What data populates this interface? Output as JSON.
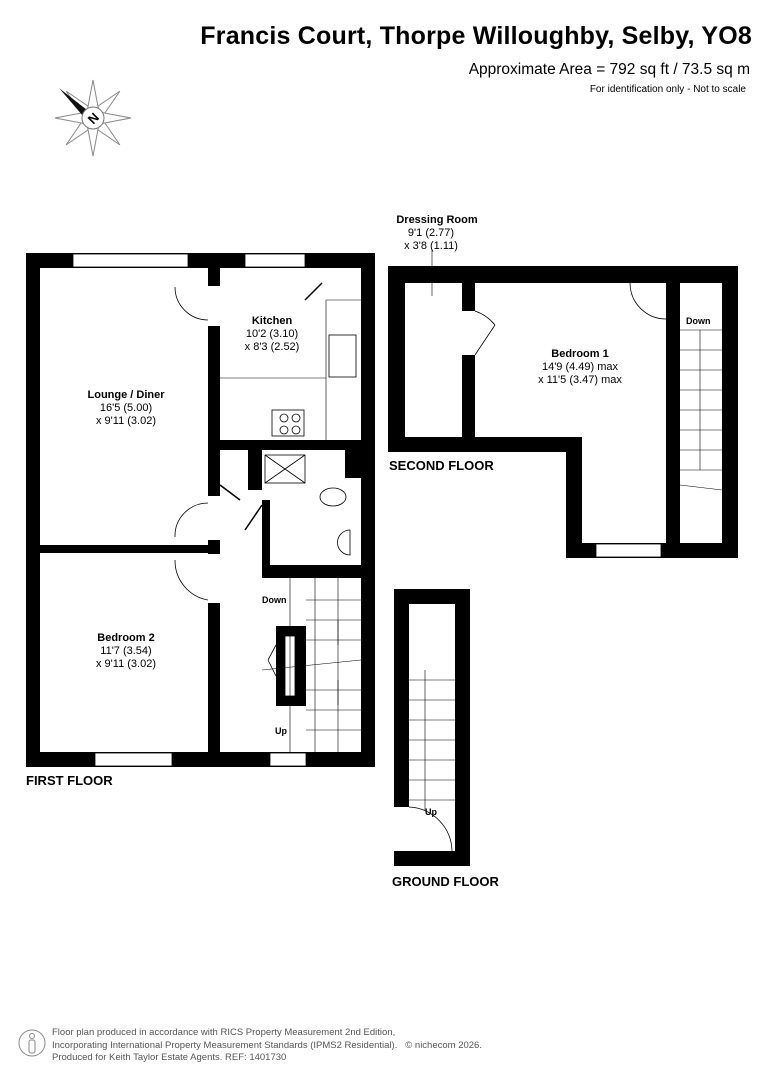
{
  "header": {
    "title": "Francis Court, Thorpe Willoughby, Selby, YO8",
    "area": "Approximate Area = 792 sq ft / 73.5 sq m",
    "note": "For identification only - Not to scale"
  },
  "compass": {
    "icon": "compass-north-icon",
    "letter": "N"
  },
  "floors": {
    "first": {
      "label": "FIRST FLOOR",
      "rooms": [
        {
          "name": "Lounge / Diner",
          "dim1": "16'5 (5.00)",
          "dim2": "x 9'11 (3.02)"
        },
        {
          "name": "Kitchen",
          "dim1": "10'2 (3.10)",
          "dim2": "x 8'3 (2.52)"
        },
        {
          "name": "Bedroom 2",
          "dim1": "11'7 (3.54)",
          "dim2": "x 9'11 (3.02)"
        }
      ],
      "stairs_down": "Down",
      "stairs_up": "Up"
    },
    "second": {
      "label": "SECOND FLOOR",
      "rooms": [
        {
          "name": "Bedroom 1",
          "dim1": "14'9 (4.49) max",
          "dim2": "x 11'5 (3.47) max"
        },
        {
          "name": "Dressing Room",
          "dim1": "9'1 (2.77)",
          "dim2": "x 3'8 (1.11)"
        }
      ],
      "stairs_down": "Down"
    },
    "ground": {
      "label": "GROUND FLOOR",
      "stairs_up": "Up"
    }
  },
  "footer": {
    "line1": "Floor plan produced in accordance with RICS Property Measurement 2nd Edition,",
    "line2": "Incorporating International Property Measurement Standards (IPMS2 Residential).",
    "copyright": "© nichecom 2026.",
    "line3": "Produced for Keith Taylor Estate Agents.   REF: 1401730"
  }
}
